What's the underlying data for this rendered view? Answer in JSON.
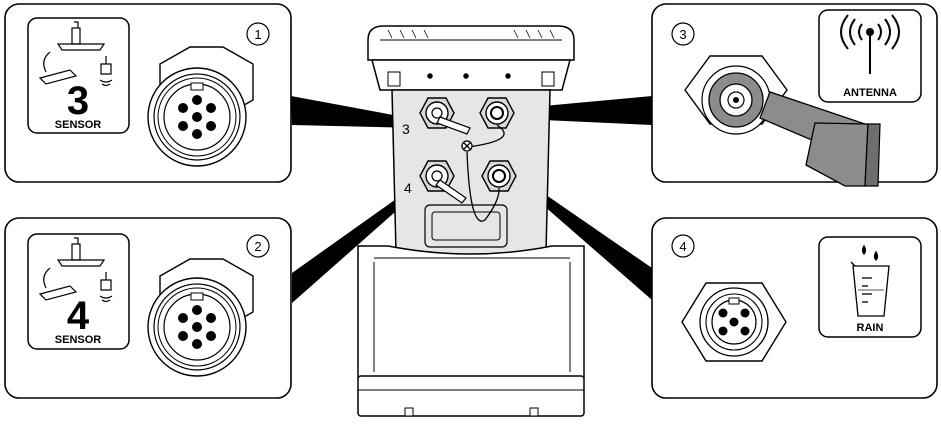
{
  "callouts": [
    {
      "number": "1",
      "badge_digit": "3",
      "badge_label": "SENSOR"
    },
    {
      "number": "2",
      "badge_digit": "4",
      "badge_label": "SENSOR"
    },
    {
      "number": "3",
      "badge_label": "ANTENNA"
    },
    {
      "number": "4",
      "badge_label": "RAIN"
    }
  ],
  "device": {
    "port_label_3": "3",
    "port_label_4": "4"
  },
  "colors": {
    "line": "#000000",
    "beam": "#000000",
    "antenna_fill": "#8c8c8c",
    "device_fill": "#e6e6e6",
    "port_fill": "#d9d9d9"
  }
}
